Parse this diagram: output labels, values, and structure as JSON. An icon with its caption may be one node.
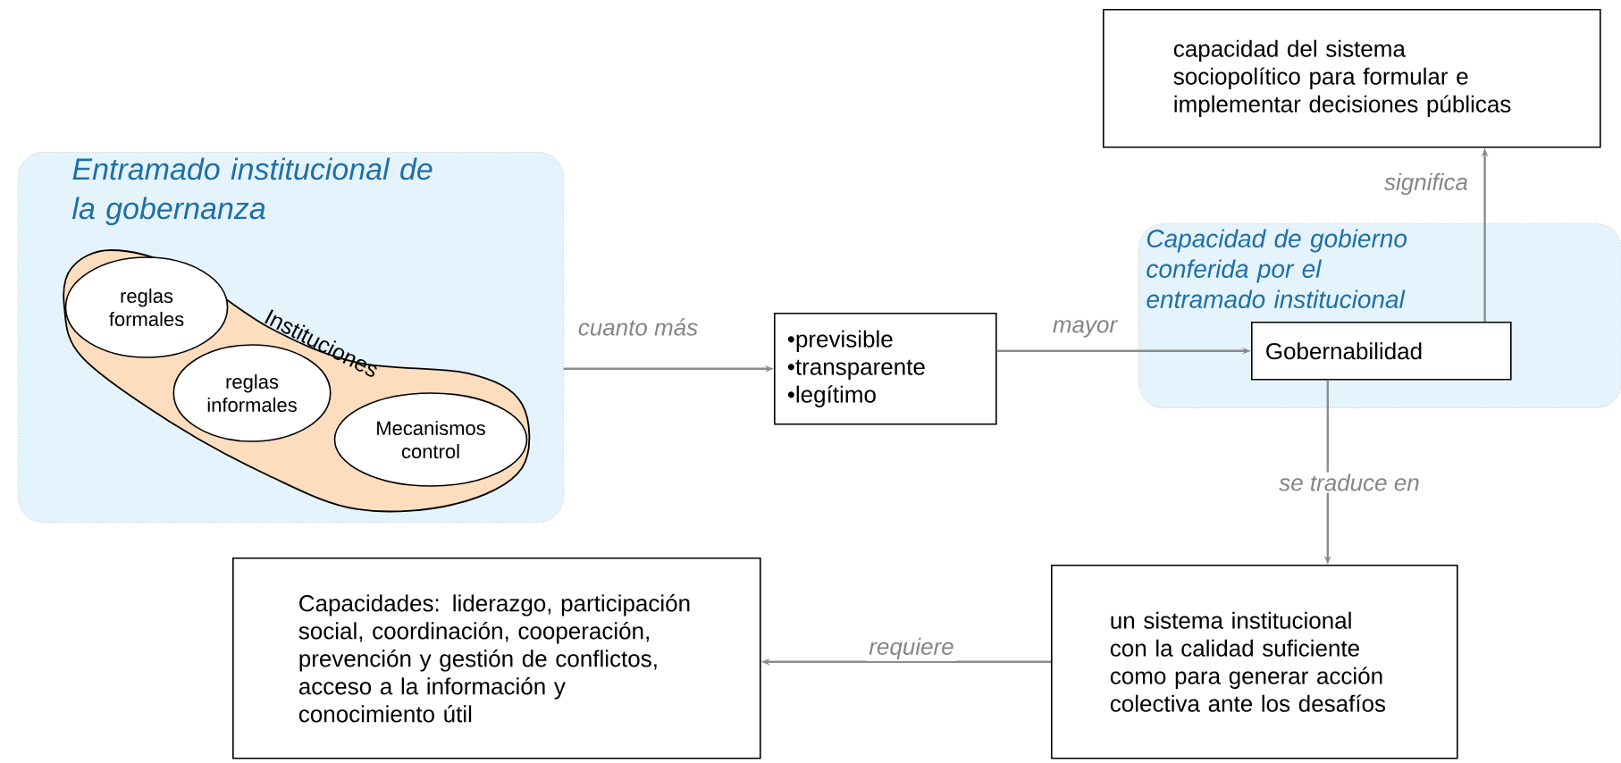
{
  "diagram": {
    "nodes": [
      {
        "text": [
          "Entramado institucional de la gobernanza"
        ]
      },
      {
        "text": [
          "Instituciones"
        ],
        "in": 0
      },
      {
        "text": [
          "reglas formales"
        ],
        "in": 1
      },
      {
        "text": [
          "reglas informales"
        ],
        "in": 1
      },
      {
        "text": [
          "Mecanismos control"
        ],
        "in": 1
      },
      {
        "text": [
          "•previsible",
          "•transparente",
          "•legítimo"
        ]
      },
      {
        "text": [
          "capacidad del sistema sociopolítico para formular e implementar decisiones públicas"
        ]
      },
      {
        "text": [
          "Capacidad de gobierno conferida por el entramado institucional"
        ]
      },
      {
        "text": [
          "Gobernabilidad"
        ],
        "in": 7
      },
      {
        "text": [
          "un sistema institucional con la calidad suficiente como para generar acción colectiva ante los desafíos"
        ]
      },
      {
        "text": [
          "Capacidades: liderazgo, participación social, coordinación, cooperación, prevención y gestión de conflictos, acceso a la información y conocimiento útil"
        ]
      }
    ],
    "edges": [
      {
        "from": 0,
        "to": 5,
        "arrow": "to",
        "label": "cuanto más"
      },
      {
        "from": 5,
        "to": 8,
        "arrow": "to",
        "label": "mayor"
      },
      {
        "from": 8,
        "to": 6,
        "arrow": "to",
        "label": "significa"
      },
      {
        "from": 8,
        "to": 9,
        "arrow": "to",
        "label": "se traduce en"
      },
      {
        "from": 9,
        "to": 10,
        "arrow": "to",
        "label": "requiere"
      }
    ]
  }
}
